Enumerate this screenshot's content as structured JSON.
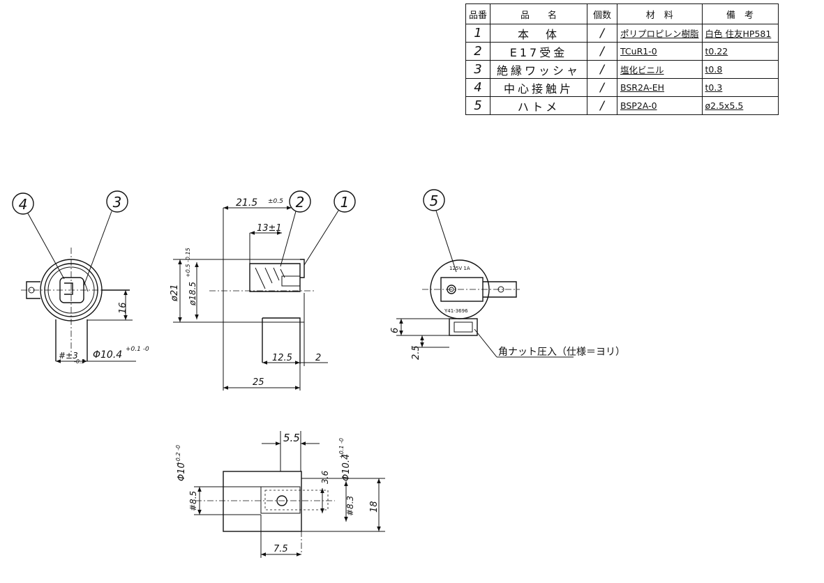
{
  "parts_table": {
    "headers": [
      "品番",
      "品　　名",
      "個数",
      "材　料",
      "備　考"
    ],
    "rows": [
      {
        "no": "1",
        "name": "本　体",
        "qty": "/",
        "material": "ポリプロピレン樹脂",
        "note": "白色 住友HP581"
      },
      {
        "no": "2",
        "name": "E17受金",
        "qty": "/",
        "material": "TCuR1-0",
        "note": "t0.22"
      },
      {
        "no": "3",
        "name": "絶縁ワッシャ",
        "qty": "/",
        "material": "塩化ビニル",
        "note": "t0.8"
      },
      {
        "no": "4",
        "name": "中心接触片",
        "qty": "/",
        "material": "BSR2A-EH",
        "note": "t0.3"
      },
      {
        "no": "5",
        "name": "ハトメ",
        "qty": "/",
        "material": "BSP2A-0",
        "note": "ø2.5x5.5"
      }
    ]
  },
  "balloons": [
    "4",
    "3",
    "2",
    "1",
    "5"
  ],
  "dimensions": {
    "front_width": "#±3",
    "front_width_tol": "-0.3",
    "front_hole": "Φ10.4",
    "front_hole_tol": "+0.1 -0",
    "front_height": "16",
    "side_len_total": "21.5",
    "side_len_total_tol": "±0.5",
    "side_len_inner": "13±1",
    "side_dia_outer": "ø21",
    "side_dia_inner": "ø18.5",
    "side_dia_inner_tol": "+0.5 -0.15",
    "side_base_a": "12.5",
    "side_base_b": "2",
    "side_base_total": "25",
    "rear_dim_a": "6",
    "rear_dim_b": "2.5",
    "bottom_top": "5.5",
    "bottom_hole_left": "Φ10",
    "bottom_hole_left_tol": "+0.2 -0",
    "bottom_left": "#8.5",
    "bottom_small": "3.6",
    "bottom_hole_right": "Φ10.4",
    "bottom_hole_right_tol": "+0.1 -0",
    "bottom_right": "#8.3",
    "bottom_height": "18",
    "bottom_base": "7.5"
  },
  "rear_marking": {
    "rating": "125V 1A",
    "code": "Y41-3696"
  },
  "note_text": "角ナット圧入（仕様＝ヨリ）"
}
